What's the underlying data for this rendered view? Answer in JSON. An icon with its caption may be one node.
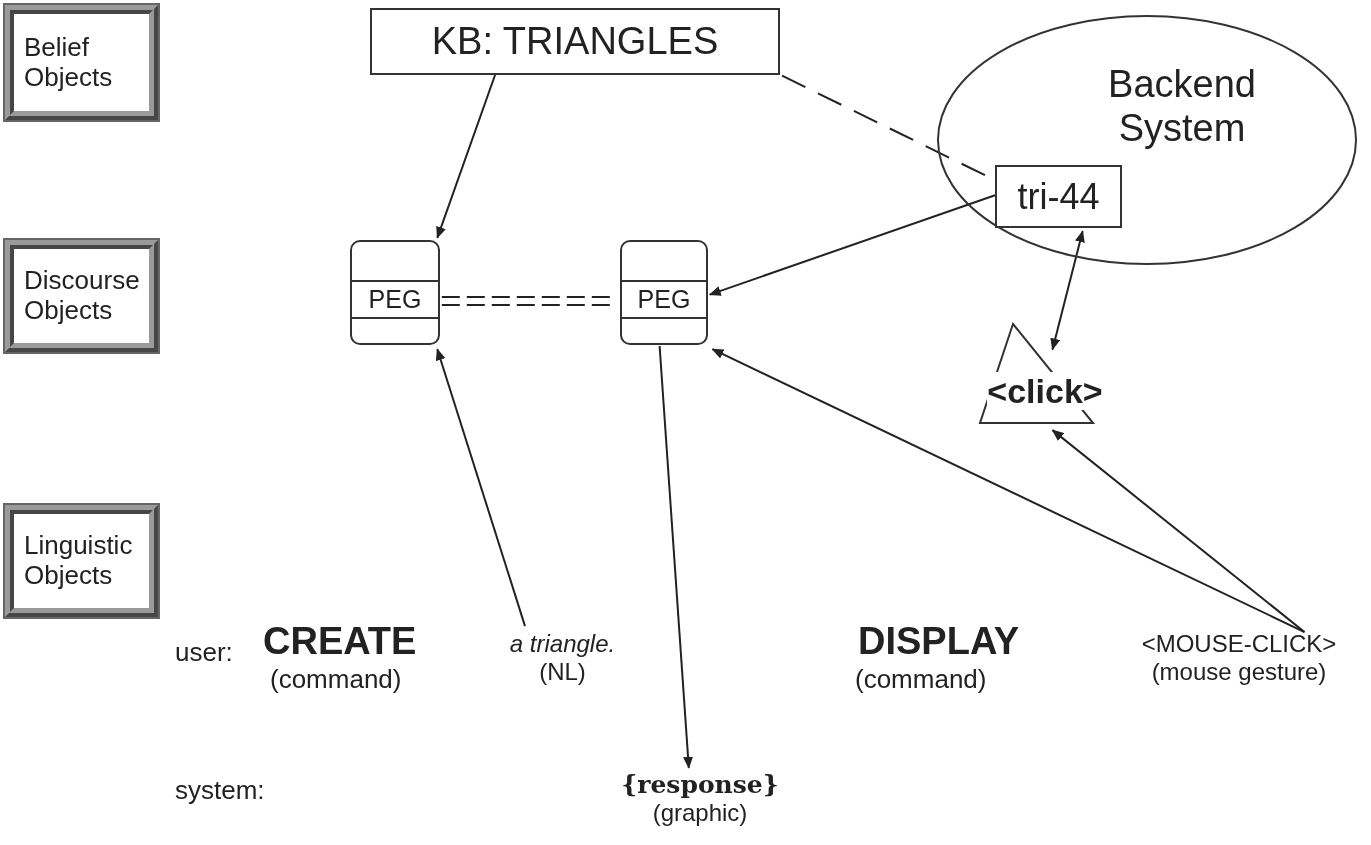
{
  "diagram": {
    "nodes": [
      {
        "text": [
          "Belief Objects"
        ]
      },
      {
        "text": [
          "Discourse Objects"
        ]
      },
      {
        "text": [
          "Linguistic Objects"
        ]
      },
      {
        "text": [
          "KB: TRIANGLES"
        ]
      },
      {
        "text": [
          "Backend System"
        ]
      },
      {
        "text": [
          "tri-44"
        ],
        "in": 4
      },
      {
        "text": [
          "PEG"
        ]
      },
      {
        "text": [
          "PEG"
        ]
      },
      {
        "text": [
          "<click>"
        ]
      },
      {
        "text": [
          "a triangle.",
          "(NL)"
        ]
      },
      {
        "text": [
          "{response}",
          "(graphic)"
        ]
      },
      {
        "text": [
          "<MOUSE-CLICK>",
          "(mouse gesture)"
        ]
      }
    ],
    "edges": [
      {
        "from": 3,
        "to": 6,
        "arrow": "to"
      },
      {
        "from": 3,
        "to": 5,
        "arrow": "none",
        "style": "dashed"
      },
      {
        "from": 5,
        "to": 7,
        "arrow": "to"
      },
      {
        "from": 5,
        "to": 8,
        "arrow": "both"
      },
      {
        "from": 9,
        "to": 6,
        "arrow": "to"
      },
      {
        "from": 7,
        "to": 10,
        "arrow": "to"
      },
      {
        "from": 11,
        "to": 7,
        "arrow": "to"
      },
      {
        "from": 11,
        "to": 8,
        "arrow": "to"
      },
      {
        "from": 6,
        "to": 7,
        "arrow": "none",
        "style": "dashed"
      }
    ],
    "labels": [
      "user:",
      "CREATE",
      "(command)",
      "DISPLAY",
      "(command)",
      "system:"
    ]
  }
}
